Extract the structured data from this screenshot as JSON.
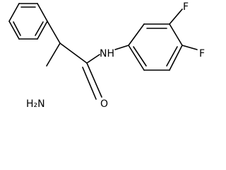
{
  "molecule": {
    "atom_labels": {
      "nh2": "H₂N",
      "nh": "NH",
      "o": "O",
      "f_top": "F",
      "f_bottom": "F"
    }
  },
  "colors": {
    "bond": "#000000",
    "background": "#ffffff"
  }
}
